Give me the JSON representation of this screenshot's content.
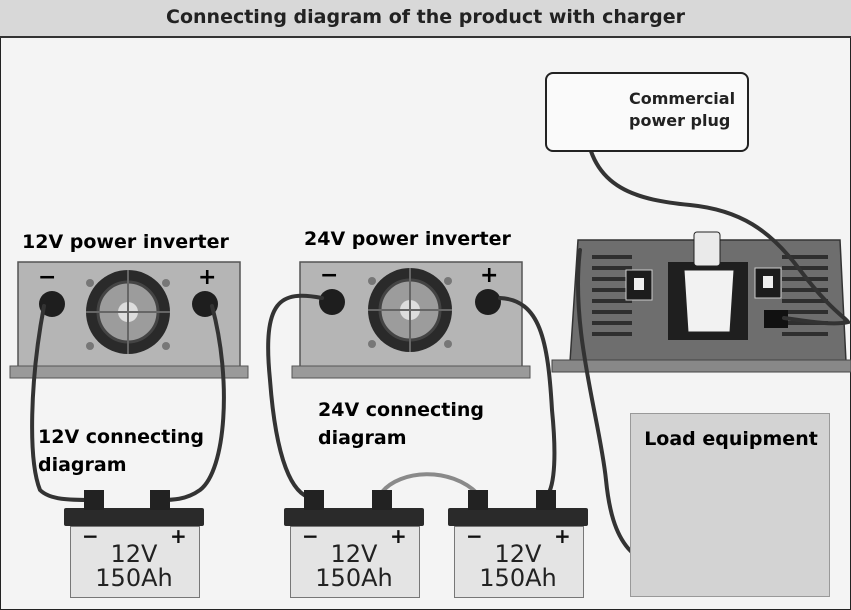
{
  "title": "Connecting diagram of the product with charger",
  "inverter_12v": {
    "label": "12V power inverter",
    "minus": "−",
    "plus": "+"
  },
  "inverter_24v": {
    "label": "24V power inverter",
    "minus": "−",
    "plus": "+"
  },
  "connecting_12v": [
    "12V connecting",
    "diagram"
  ],
  "connecting_24v": [
    "24V connecting",
    "diagram"
  ],
  "plug": {
    "label_line1": "Commercial",
    "label_line2": "power plug"
  },
  "load": {
    "label": "Load equipment"
  },
  "batteries": [
    {
      "minus": "−",
      "plus": "+",
      "voltage": "12V",
      "capacity": "150Ah"
    },
    {
      "minus": "−",
      "plus": "+",
      "voltage": "12V",
      "capacity": "150Ah"
    },
    {
      "minus": "−",
      "plus": "+",
      "voltage": "12V",
      "capacity": "150Ah"
    }
  ],
  "colors": {
    "cable": "#333333",
    "cable_link": "#8a8a8a",
    "inverter_body": "#b5b5b5",
    "charger_body": "#6e6e6e"
  }
}
